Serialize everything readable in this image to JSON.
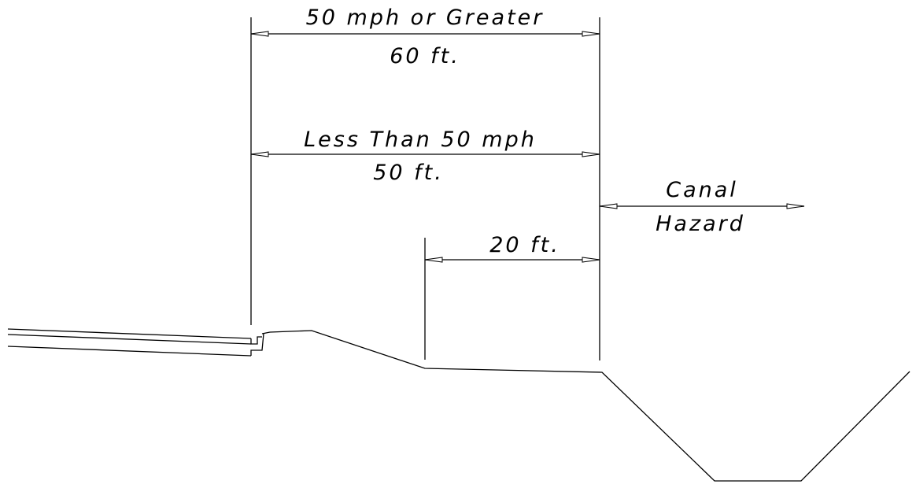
{
  "dimensions": {
    "high_speed": {
      "label_above": "50 mph or Greater",
      "label_below": "60 ft."
    },
    "low_speed": {
      "label_above": "Less Than 50 mph",
      "label_below": "50 ft."
    },
    "short": {
      "label_above": "20 ft."
    },
    "hazard": {
      "label_above": "Canal",
      "label_below": "Hazard"
    }
  }
}
